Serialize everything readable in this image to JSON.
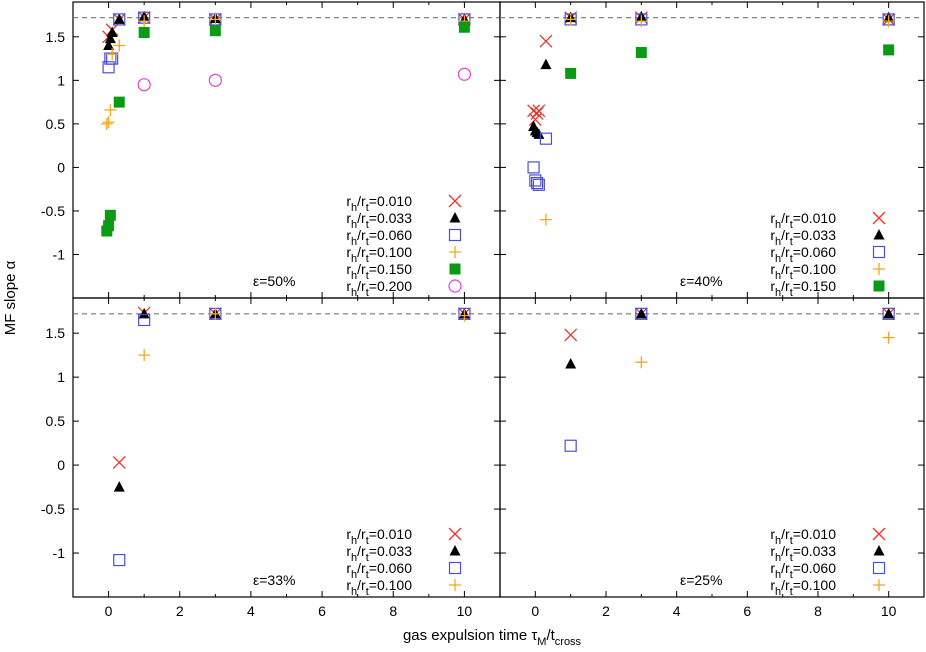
{
  "figure": {
    "ylabel": "MF slope α",
    "xlabel_main": "gas expulsion time τ",
    "xlabel_sub1": "M",
    "xlabel_mid": "/t",
    "xlabel_sub2": "cross",
    "reference_line_y": 1.72,
    "colors": {
      "r0010": "#e8342c",
      "r0033": "#000000",
      "r0060": "#4a4fd8",
      "r0100": "#f5a623",
      "r0150": "#0a9a14",
      "r0200": "#e040e0",
      "refline": "#777777"
    }
  },
  "chart_data": [
    {
      "type": "scatter",
      "panel": "top-left",
      "annotation": "ε=50%",
      "xlim": [
        -1,
        11
      ],
      "ylim": [
        -1.5,
        1.9
      ],
      "xticks": [
        "0",
        "2",
        "4",
        "6",
        "8",
        "10"
      ],
      "yticks": [
        "-1",
        "-0.5",
        "0",
        "0.5",
        "1",
        "1.5"
      ],
      "grid": false,
      "legend": "bottom-right",
      "series": [
        {
          "name": "r_h/r_t=0.010",
          "marker": "x",
          "color_key": "r0010",
          "x": [
            0,
            0.1,
            0.3,
            1,
            3,
            10
          ],
          "y": [
            1.5,
            1.58,
            1.7,
            1.72,
            1.7,
            1.7
          ]
        },
        {
          "name": "r_h/r_t=0.033",
          "marker": "triangle",
          "color_key": "r0033",
          "x": [
            0,
            0.05,
            0.1,
            0.3,
            1,
            3,
            10
          ],
          "y": [
            1.4,
            1.48,
            1.55,
            1.7,
            1.73,
            1.71,
            1.7
          ]
        },
        {
          "name": "r_h/r_t=0.060",
          "marker": "square",
          "color_key": "r0060",
          "x": [
            0,
            0.05,
            0.1,
            0.3,
            1,
            3,
            10
          ],
          "y": [
            1.15,
            1.25,
            1.25,
            1.7,
            1.72,
            1.7,
            1.7
          ]
        },
        {
          "name": "r_h/r_t=0.100",
          "marker": "plus",
          "color_key": "r0100",
          "x": [
            -0.05,
            0,
            0.05,
            0.1,
            0.3,
            1,
            3,
            10
          ],
          "y": [
            0.5,
            0.52,
            0.66,
            1.3,
            1.4,
            1.68,
            1.7,
            1.68
          ]
        },
        {
          "name": "r_h/r_t=0.150",
          "marker": "filled-square",
          "color_key": "r0150",
          "x": [
            -0.05,
            0,
            0.05,
            0.3,
            1,
            3,
            10
          ],
          "y": [
            -0.73,
            -0.67,
            -0.55,
            0.75,
            1.55,
            1.57,
            1.61
          ]
        },
        {
          "name": "r_h/r_t=0.200",
          "marker": "circle",
          "color_key": "r0200",
          "x": [
            1,
            3,
            10
          ],
          "y": [
            0.95,
            1.0,
            1.07
          ]
        }
      ]
    },
    {
      "type": "scatter",
      "panel": "top-right",
      "annotation": "ε=40%",
      "xlim": [
        -1,
        11
      ],
      "ylim": [
        -1.5,
        1.9
      ],
      "xticks": [
        "0",
        "2",
        "4",
        "6",
        "8",
        "10"
      ],
      "yticks": [],
      "grid": false,
      "legend": "bottom-right",
      "series": [
        {
          "name": "r_h/r_t=0.010",
          "marker": "x",
          "color_key": "r0010",
          "x": [
            -0.05,
            0,
            0.05,
            0.1,
            0.3,
            1,
            3,
            10
          ],
          "y": [
            0.65,
            0.55,
            0.62,
            0.65,
            1.45,
            1.72,
            1.72,
            1.7
          ]
        },
        {
          "name": "r_h/r_t=0.033",
          "marker": "triangle",
          "color_key": "r0033",
          "x": [
            -0.05,
            0,
            0.05,
            0.1,
            0.3,
            1,
            3,
            10
          ],
          "y": [
            0.47,
            0.42,
            0.4,
            0.38,
            1.18,
            1.72,
            1.73,
            1.72
          ]
        },
        {
          "name": "r_h/r_t=0.060",
          "marker": "square",
          "color_key": "r0060",
          "x": [
            -0.05,
            0,
            0.05,
            0.1,
            0.3,
            1,
            3,
            10
          ],
          "y": [
            0.0,
            -0.15,
            -0.18,
            -0.2,
            0.33,
            1.7,
            1.7,
            1.7
          ]
        },
        {
          "name": "r_h/r_t=0.100",
          "marker": "plus",
          "color_key": "r0100",
          "x": [
            0.3,
            1,
            3,
            10
          ],
          "y": [
            -0.6,
            1.7,
            1.68,
            1.68
          ]
        },
        {
          "name": "r_h/r_t=0.150",
          "marker": "filled-square",
          "color_key": "r0150",
          "x": [
            1,
            3,
            10
          ],
          "y": [
            1.08,
            1.32,
            1.35
          ]
        }
      ]
    },
    {
      "type": "scatter",
      "panel": "bottom-left",
      "annotation": "ε=33%",
      "xlim": [
        -1,
        11
      ],
      "ylim": [
        -1.5,
        1.9
      ],
      "xticks": [
        "0",
        "2",
        "4",
        "6",
        "8",
        "10"
      ],
      "yticks": [
        "-1",
        "-0.5",
        "0",
        "0.5",
        "1",
        "1.5"
      ],
      "grid": false,
      "legend": "bottom-right",
      "series": [
        {
          "name": "r_h/r_t=0.010",
          "marker": "x",
          "color_key": "r0010",
          "x": [
            0.3,
            1,
            3,
            10
          ],
          "y": [
            0.03,
            1.73,
            1.72,
            1.72
          ]
        },
        {
          "name": "r_h/r_t=0.033",
          "marker": "triangle",
          "color_key": "r0033",
          "x": [
            0.3,
            1,
            3,
            10
          ],
          "y": [
            -0.25,
            1.72,
            1.72,
            1.72
          ]
        },
        {
          "name": "r_h/r_t=0.060",
          "marker": "square",
          "color_key": "r0060",
          "x": [
            0.3,
            1,
            3,
            10
          ],
          "y": [
            -1.08,
            1.65,
            1.72,
            1.72
          ]
        },
        {
          "name": "r_h/r_t=0.100",
          "marker": "plus",
          "color_key": "r0100",
          "x": [
            1,
            3,
            10
          ],
          "y": [
            1.25,
            1.72,
            1.7
          ]
        }
      ]
    },
    {
      "type": "scatter",
      "panel": "bottom-right",
      "annotation": "ε=25%",
      "xlim": [
        -1,
        11
      ],
      "ylim": [
        -1.5,
        1.9
      ],
      "xticks": [
        "0",
        "2",
        "4",
        "6",
        "8",
        "10"
      ],
      "yticks": [],
      "grid": false,
      "legend": "bottom-right",
      "series": [
        {
          "name": "r_h/r_t=0.010",
          "marker": "x",
          "color_key": "r0010",
          "x": [
            1,
            3,
            10
          ],
          "y": [
            1.48,
            1.72,
            1.72
          ]
        },
        {
          "name": "r_h/r_t=0.033",
          "marker": "triangle",
          "color_key": "r0033",
          "x": [
            1,
            3,
            10
          ],
          "y": [
            1.15,
            1.72,
            1.72
          ]
        },
        {
          "name": "r_h/r_t=0.060",
          "marker": "square",
          "color_key": "r0060",
          "x": [
            1,
            3,
            10
          ],
          "y": [
            0.22,
            1.72,
            1.72
          ]
        },
        {
          "name": "r_h/r_t=0.100",
          "marker": "plus",
          "color_key": "r0100",
          "x": [
            3,
            10
          ],
          "y": [
            1.17,
            1.45
          ]
        }
      ]
    }
  ]
}
